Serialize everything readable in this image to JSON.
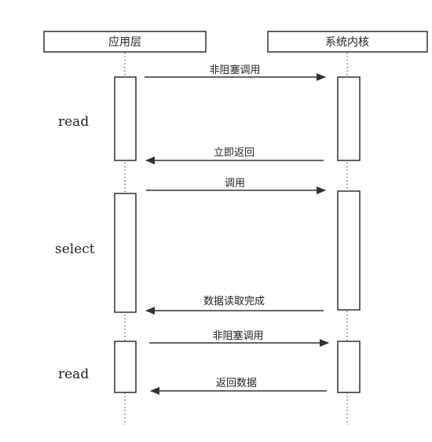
{
  "participants": {
    "app": "应用层",
    "kernel": "系统内核"
  },
  "phases": [
    {
      "label": "read"
    },
    {
      "label": "select"
    },
    {
      "label": "read"
    }
  ],
  "messages": [
    {
      "label": "非阻塞调用",
      "direction": "to-kernel"
    },
    {
      "label": "立即返回",
      "direction": "to-app"
    },
    {
      "label": "调用",
      "direction": "to-kernel"
    },
    {
      "label": "数据读取完成",
      "direction": "to-app"
    },
    {
      "label": "非阻塞调用",
      "direction": "to-kernel"
    },
    {
      "label": "返回数据",
      "direction": "to-app"
    }
  ]
}
